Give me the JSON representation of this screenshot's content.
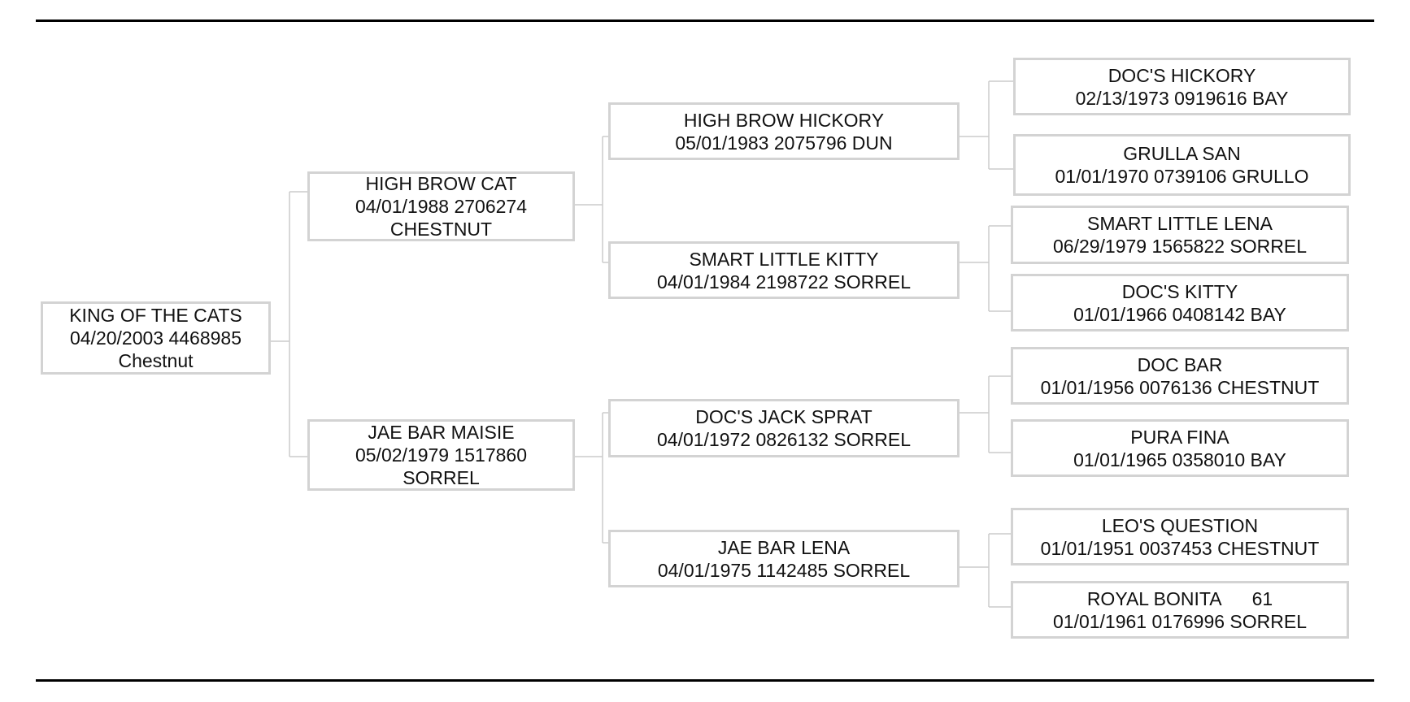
{
  "colors": {
    "rule": "#000000",
    "box_border": "#d3d3d3",
    "connector": "#cccccc",
    "text": "#111111"
  },
  "pedigree": {
    "subject": {
      "name": "KING OF THE CATS",
      "details": "04/20/2003 4468985",
      "color": "Chestnut"
    },
    "sire": {
      "name": "HIGH BROW CAT",
      "details": "04/01/1988 2706274",
      "color": "CHESTNUT"
    },
    "dam": {
      "name": "JAE BAR MAISIE",
      "details": "05/02/1979 1517860",
      "color": "SORREL"
    },
    "sire_sire": {
      "name": "HIGH BROW HICKORY",
      "details": "05/01/1983 2075796 DUN"
    },
    "sire_dam": {
      "name": "SMART LITTLE KITTY",
      "details": "04/01/1984 2198722 SORREL"
    },
    "dam_sire": {
      "name": "DOC'S JACK SPRAT",
      "details": "04/01/1972 0826132 SORREL"
    },
    "dam_dam": {
      "name": "JAE BAR LENA",
      "details": "04/01/1975 1142485 SORREL"
    },
    "ggp1": {
      "name": "DOC'S HICKORY",
      "details": "02/13/1973 0919616 BAY"
    },
    "ggp2": {
      "name": "GRULLA SAN",
      "details": "01/01/1970 0739106 GRULLO"
    },
    "ggp3": {
      "name": "SMART LITTLE LENA",
      "details": "06/29/1979 1565822 SORREL"
    },
    "ggp4": {
      "name": "DOC'S KITTY",
      "details": "01/01/1966 0408142 BAY"
    },
    "ggp5": {
      "name": "DOC BAR",
      "details": "01/01/1956 0076136 CHESTNUT"
    },
    "ggp6": {
      "name": "PURA FINA",
      "details": "01/01/1965 0358010 BAY"
    },
    "ggp7": {
      "name": "LEO'S QUESTION",
      "details": "01/01/1951 0037453 CHESTNUT"
    },
    "ggp8": {
      "name": "ROYAL BONITA      61",
      "details": "01/01/1961 0176996 SORREL"
    }
  }
}
